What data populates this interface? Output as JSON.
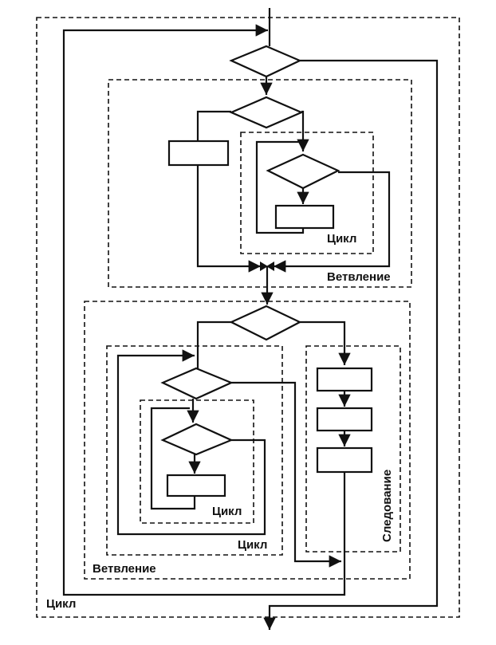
{
  "labels": {
    "outer_loop": "Цикл",
    "top_branch": "Ветвление",
    "top_inner_loop": "Цикл",
    "bottom_branch": "Ветвление",
    "bottom_mid_loop": "Цикл",
    "bottom_inner_loop": "Цикл",
    "sequence": "Следование"
  }
}
